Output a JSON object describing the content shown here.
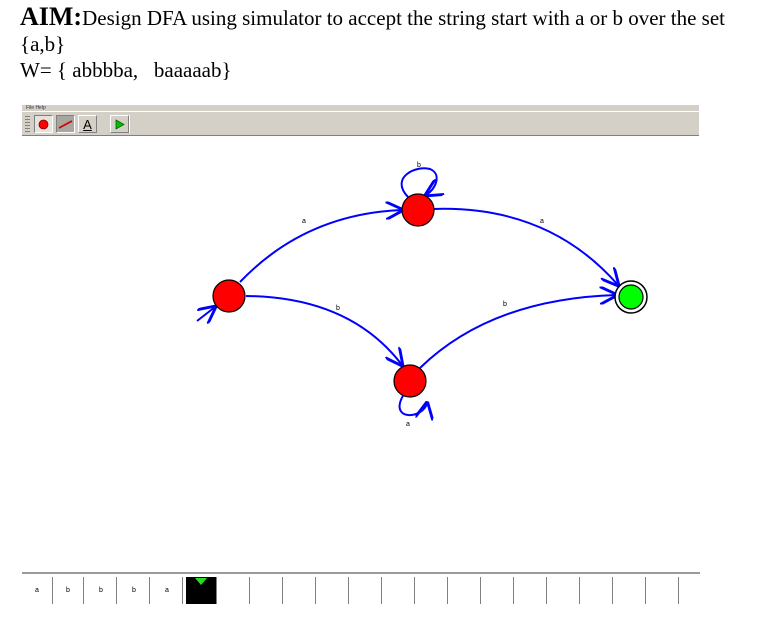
{
  "aim": {
    "label": "AIM:",
    "text": "Design DFA using simulator to accept the string start with a or b over the set",
    "alphabet": "{a,b}",
    "strings": "W= { abbbba,   baaaaab}"
  },
  "app": {
    "menubar_text": "File  Help",
    "toolbar": {
      "tools": [
        {
          "name": "state-tool",
          "icon": "red-circle-icon",
          "label": ""
        },
        {
          "name": "transition-tool",
          "icon": "red-line-icon",
          "label": ""
        },
        {
          "name": "text-tool",
          "icon": "text-a-icon",
          "label": "A"
        },
        {
          "name": "run-tool",
          "icon": "green-play-icon",
          "label": ""
        }
      ]
    },
    "diagram": {
      "states": [
        {
          "id": "q0",
          "color": "#ff0000",
          "initial": true,
          "final": false
        },
        {
          "id": "q1",
          "color": "#ff0000",
          "initial": false,
          "final": false
        },
        {
          "id": "q2",
          "color": "#ff0000",
          "initial": false,
          "final": false
        },
        {
          "id": "q3",
          "color": "#00ff00",
          "initial": false,
          "final": true
        }
      ],
      "transitions": [
        {
          "from": "q0",
          "to": "q1",
          "symbol": "a"
        },
        {
          "from": "q0",
          "to": "q2",
          "symbol": "b"
        },
        {
          "from": "q1",
          "to": "q1",
          "symbol": "b"
        },
        {
          "from": "q2",
          "to": "q2",
          "symbol": "a"
        },
        {
          "from": "q1",
          "to": "q3",
          "symbol": "a"
        },
        {
          "from": "q2",
          "to": "q3",
          "symbol": "b"
        }
      ],
      "colors": {
        "edge": "#0000ff",
        "state": "#ff0000",
        "final": "#00ff00"
      }
    },
    "tape": {
      "cells": [
        "a",
        "b",
        "b",
        "b",
        "a",
        "",
        "",
        "",
        "",
        "",
        "",
        "",
        "",
        "",
        "",
        "",
        "",
        "",
        "",
        "",
        ""
      ],
      "head_index": 5,
      "head_color": "#22dd22"
    }
  }
}
